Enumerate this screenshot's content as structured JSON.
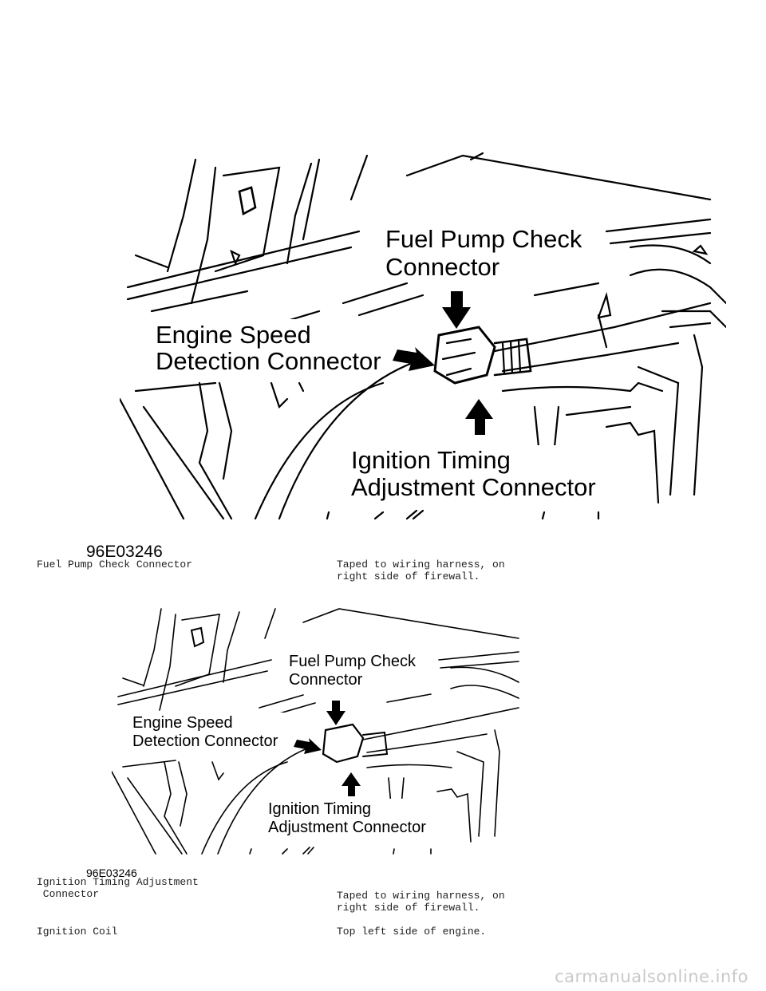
{
  "figures": [
    {
      "labels": {
        "fuel_pump_line1": "Fuel Pump Check",
        "fuel_pump_line2": "Connector",
        "engine_speed_line1": "Engine Speed",
        "engine_speed_line2": "Detection Connector",
        "ignition_line1": "Ignition Timing",
        "ignition_line2": "Adjustment Connector"
      },
      "figure_id": "96E03246"
    },
    {
      "labels": {
        "fuel_pump_line1": "Fuel Pump Check",
        "fuel_pump_line2": "Connector",
        "engine_speed_line1": "Engine Speed",
        "engine_speed_line2": "Detection Connector",
        "ignition_line1": "Ignition Timing",
        "ignition_line2": "Adjustment Connector"
      },
      "figure_id": "96E03246"
    }
  ],
  "rows": [
    {
      "component": "Fuel Pump Check Connector",
      "location": "Taped to wiring harness, on\nright side of firewall."
    },
    {
      "component": "Ignition Timing Adjustment\n Connector",
      "location": "Taped to wiring harness, on\nright side of firewall."
    },
    {
      "component": "Ignition Coil",
      "location": "Top left side of engine."
    }
  ],
  "watermark": "carmanualsonline.info"
}
